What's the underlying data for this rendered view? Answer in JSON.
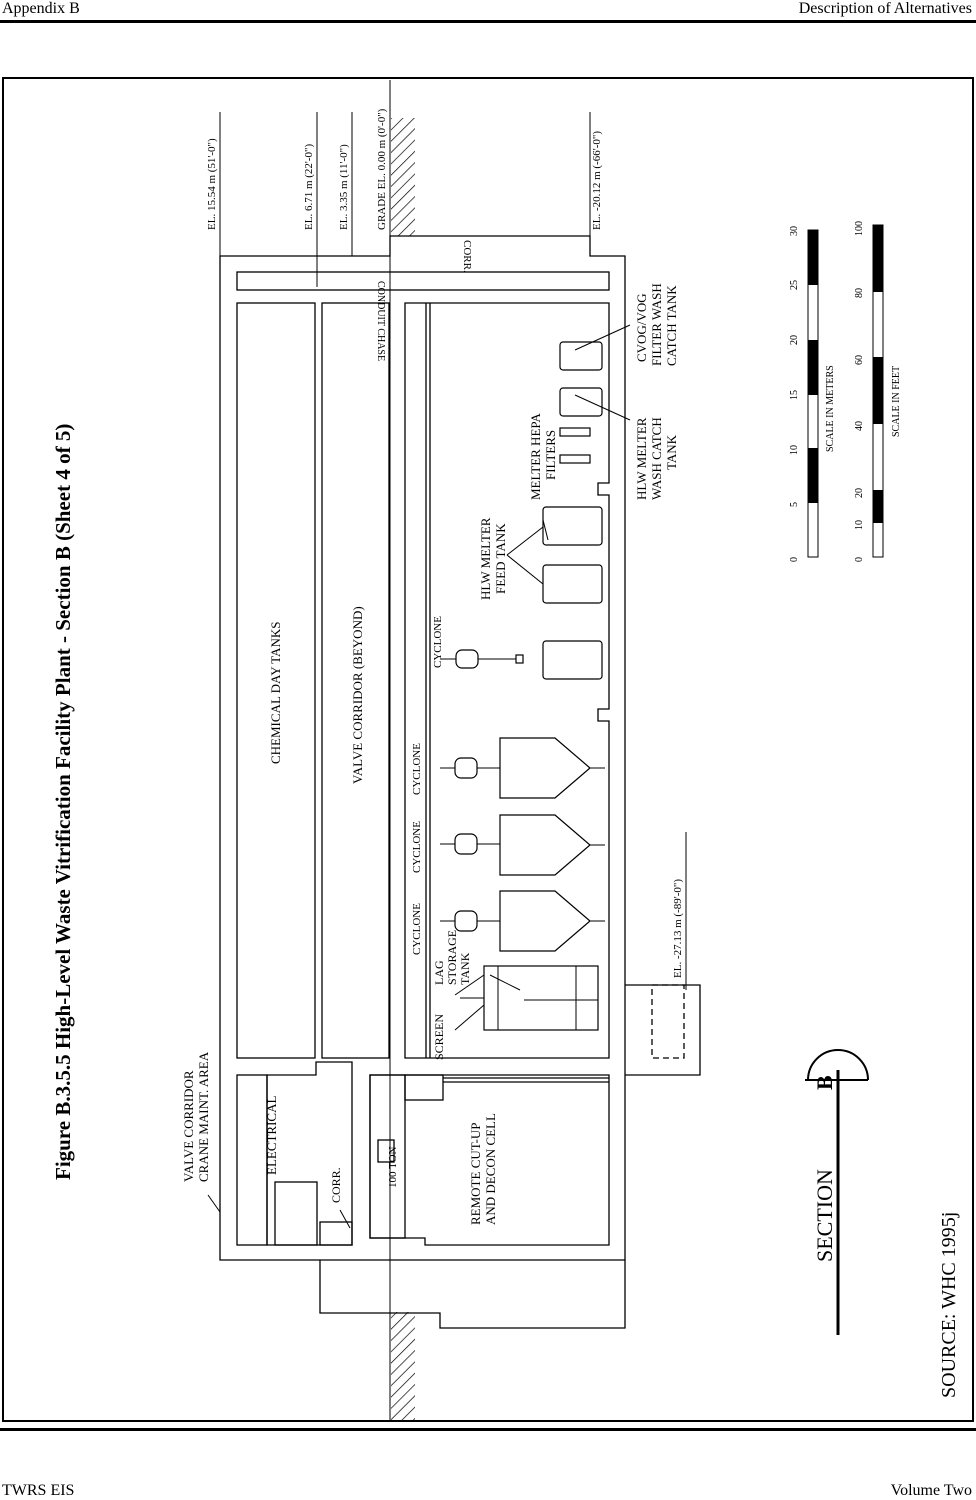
{
  "header": {
    "left": "Appendix B",
    "right": "Description of Alternatives"
  },
  "footer": {
    "left": "TWRS EIS",
    "right": "Volume Two"
  },
  "figure": {
    "title": "Figure B.3.5.5  High-Level Waste Vitrification Facility Plant - Section B (Sheet 4 of 5)",
    "source": "SOURCE:  WHC 1995j"
  },
  "elevations": {
    "el_51": "EL. 15.54 m (51'-0\")",
    "el_22": "EL. 6.71 m (22'-0\")",
    "el_11": "EL. 3.35 m (11'-0\")",
    "grade": "GRADE EL. 0.00 m (0'-0\")",
    "el_m66": "EL. -20.12 m (-66'-0\")",
    "el_m89": "EL. -27.13 m (-89'-0\")"
  },
  "labels": {
    "corr_top": "CORR.",
    "conduit_chase": "CONDUIT CHASE",
    "chemical_day_tanks": "CHEMICAL DAY TANKS",
    "valve_corridor_beyond": "VALVE CORRIDOR (BEYOND)",
    "cyclone": "CYCLONE",
    "screen": "SCREEN",
    "lag_storage_1": "LAG",
    "lag_storage_2": "STORAGE",
    "lag_storage_3": "TANK",
    "hlw_feed_1": "HLW MELTER",
    "hlw_feed_2": "FEED TANK",
    "hepa_1": "MELTER HEPA",
    "hepa_2": "FILTERS",
    "hlw_wash_1": "HLW MELTER",
    "hlw_wash_2": "WASH CATCH",
    "hlw_wash_3": "TANK",
    "cvog_1": "CVOG/VOG",
    "cvog_2": "FILTER WASH",
    "cvog_3": "CATCH TANK",
    "valve_crane_1": "VALVE CORRIDOR",
    "valve_crane_2": "CRANE MAINT. AREA",
    "electrical": "ELECTRICAL",
    "corr_small": "CORR.",
    "ton_100": "100 TON",
    "remote_1": "REMOTE CUT-UP",
    "remote_2": "AND DECON CELL",
    "section": "SECTION",
    "section_mark": "B"
  },
  "scale_meters": {
    "caption": "SCALE IN METERS",
    "ticks": [
      "0",
      "5",
      "10",
      "15",
      "20",
      "25",
      "30"
    ]
  },
  "scale_feet": {
    "caption": "SCALE IN FEET",
    "ticks": [
      "0",
      "10",
      "20",
      "40",
      "60",
      "80",
      "100"
    ]
  },
  "icons": [
    "ground-hatch-icon",
    "section-marker-icon"
  ]
}
